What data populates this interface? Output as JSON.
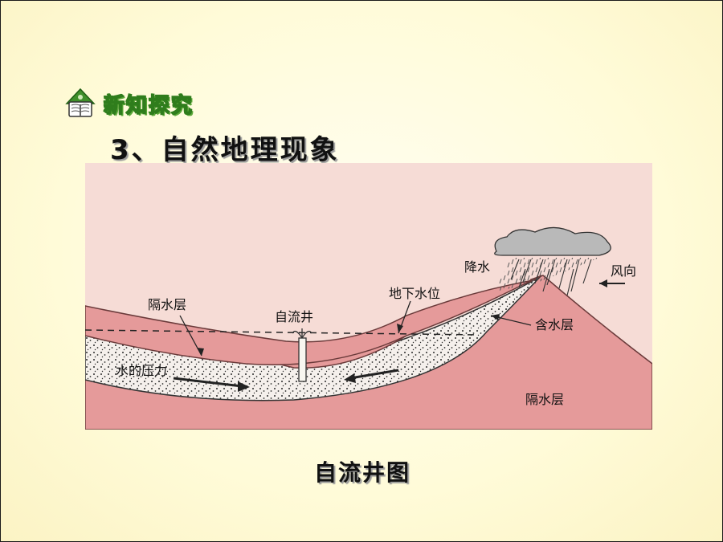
{
  "badge": {
    "label": "新知探究",
    "icon": "open-book-icon"
  },
  "heading": "3、自然地理现象",
  "diagram": {
    "labels": {
      "rain": "降水",
      "wind": "风向",
      "groundwater_level": "地下水位",
      "aquiclude_top": "隔水层",
      "artesian_well": "自流井",
      "aquifer": "含水层",
      "water_pressure": "水的压力",
      "aquiclude_bottom": "隔水层"
    }
  },
  "caption": "自流井图",
  "colors": {
    "background": "#fffbd8",
    "rock": "#e59a9a",
    "sky": "#f6dcd6",
    "aquifer": "#f5f0ec",
    "badge_green": "#2f7d1c"
  }
}
